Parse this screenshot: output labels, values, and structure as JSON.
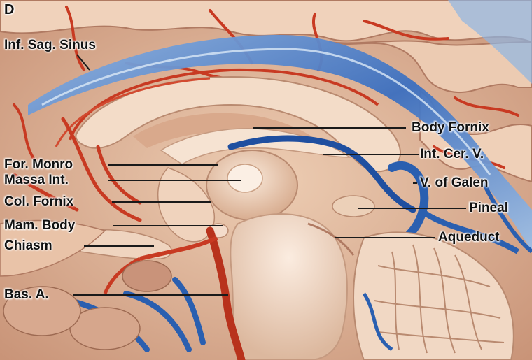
{
  "panel_letter": "D",
  "labels": {
    "inf_sag_sinus": "Inf. Sag. Sinus",
    "body_fornix": "Body Fornix",
    "int_cer_v": "Int. Cer. V.",
    "for_monro": "For. Monro",
    "massa_int": "Massa Int.",
    "v_of_galen": "V. of Galen",
    "col_fornix": "Col. Fornix",
    "pineal": "Pineal",
    "mam_body": "Mam. Body",
    "aqueduct": "Aqueduct",
    "chiasm": "Chiasm",
    "bas_a": "Bas. A."
  },
  "colors": {
    "tissue": "#e8c4a8",
    "tissue_light": "#f3dcc8",
    "tissue_shadow": "#b98a70",
    "artery": "#c83a22",
    "vein": "#2a5fb0",
    "vein_light": "#7aa6dc",
    "label_text": "#111111",
    "leader_line": "#1a1a1a"
  }
}
